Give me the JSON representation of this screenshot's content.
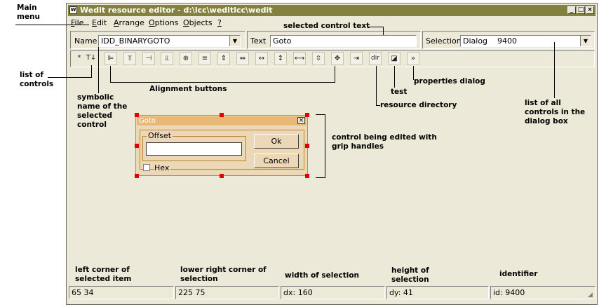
{
  "window": {
    "title": "Wedit resource editor - d:\\lcc\\weditlcc\\wedit",
    "app_icon": "wedit-app-icon",
    "controls": [
      "minimize-icon",
      "maximize-icon",
      "close-icon"
    ],
    "minimize_glyph": "_",
    "maximize_glyph": "□",
    "close_glyph": "×"
  },
  "menu": {
    "items": [
      "File",
      "Edit",
      "Arrange",
      "Options",
      "Objects",
      "?"
    ]
  },
  "props": {
    "name_label": "Name",
    "name_value": "IDD_BINARYGOTO",
    "text_label": "Text",
    "text_value": "Goto",
    "selection_label": "Selection",
    "selection_value": "Dialog    9400"
  },
  "toolbar": {
    "buttons": [
      {
        "icon": "asterisk-icon",
        "glyph": "*"
      },
      {
        "icon": "tab-order-icon",
        "glyph": "T↓"
      },
      {
        "icon": "align-left-icon",
        "glyph": "⊫"
      },
      {
        "icon": "align-top-icon",
        "glyph": "⫪"
      },
      {
        "icon": "align-right-icon",
        "glyph": "⊣"
      },
      {
        "icon": "align-bottom-icon",
        "glyph": "⫫"
      },
      {
        "icon": "center-vertical-icon",
        "glyph": "⊕"
      },
      {
        "icon": "center-horizontal-icon",
        "glyph": "≡"
      },
      {
        "icon": "space-vertical-icon",
        "glyph": "⇕"
      },
      {
        "icon": "space-horizontal-icon",
        "glyph": "⇔"
      },
      {
        "icon": "same-width-icon",
        "glyph": "↔"
      },
      {
        "icon": "same-height-icon",
        "glyph": "↕"
      },
      {
        "icon": "size-width-icon",
        "glyph": "⟷"
      },
      {
        "icon": "size-height-icon",
        "glyph": "⇳"
      },
      {
        "icon": "move-icon",
        "glyph": "✥"
      },
      {
        "icon": "pin-icon",
        "glyph": "⇥"
      },
      {
        "icon": "resource-directory-icon",
        "glyph": "dir"
      },
      {
        "icon": "test-icon",
        "glyph": "◪"
      },
      {
        "icon": "properties-icon",
        "glyph": "»"
      }
    ]
  },
  "dialog": {
    "title": "Goto",
    "group_label": "Offset",
    "ok_label": "Ok",
    "cancel_label": "Cancel",
    "hex_label": "Hex",
    "close_glyph": "×"
  },
  "annotations": {
    "main_menu": "Main\nmenu",
    "selected_control_text": "selected control text",
    "list_of_controls": "list of\ncontrols",
    "symbolic_name": "symbolic\nname of the\nselected\ncontrol",
    "alignment_buttons": "Alignment buttons",
    "test": "test",
    "properties_dialog": "properties dialog",
    "resource_directory": "resource directory",
    "list_of_all_controls": "list of all\ncontrols in the\ndialog box",
    "control_being_edited": "control being edited with\ngrip handles",
    "left_corner": "left corner of\nselected item",
    "lower_right_corner": "lower right corner of\nselection",
    "width_of_selection": "width of selection",
    "height_of_selection": "height of\nselection",
    "identifier": "identifier"
  },
  "status": {
    "left_corner": "65 34",
    "lower_right": "225 75",
    "width": "dx: 160",
    "height": "dy: 41",
    "id": "id: 9400"
  }
}
